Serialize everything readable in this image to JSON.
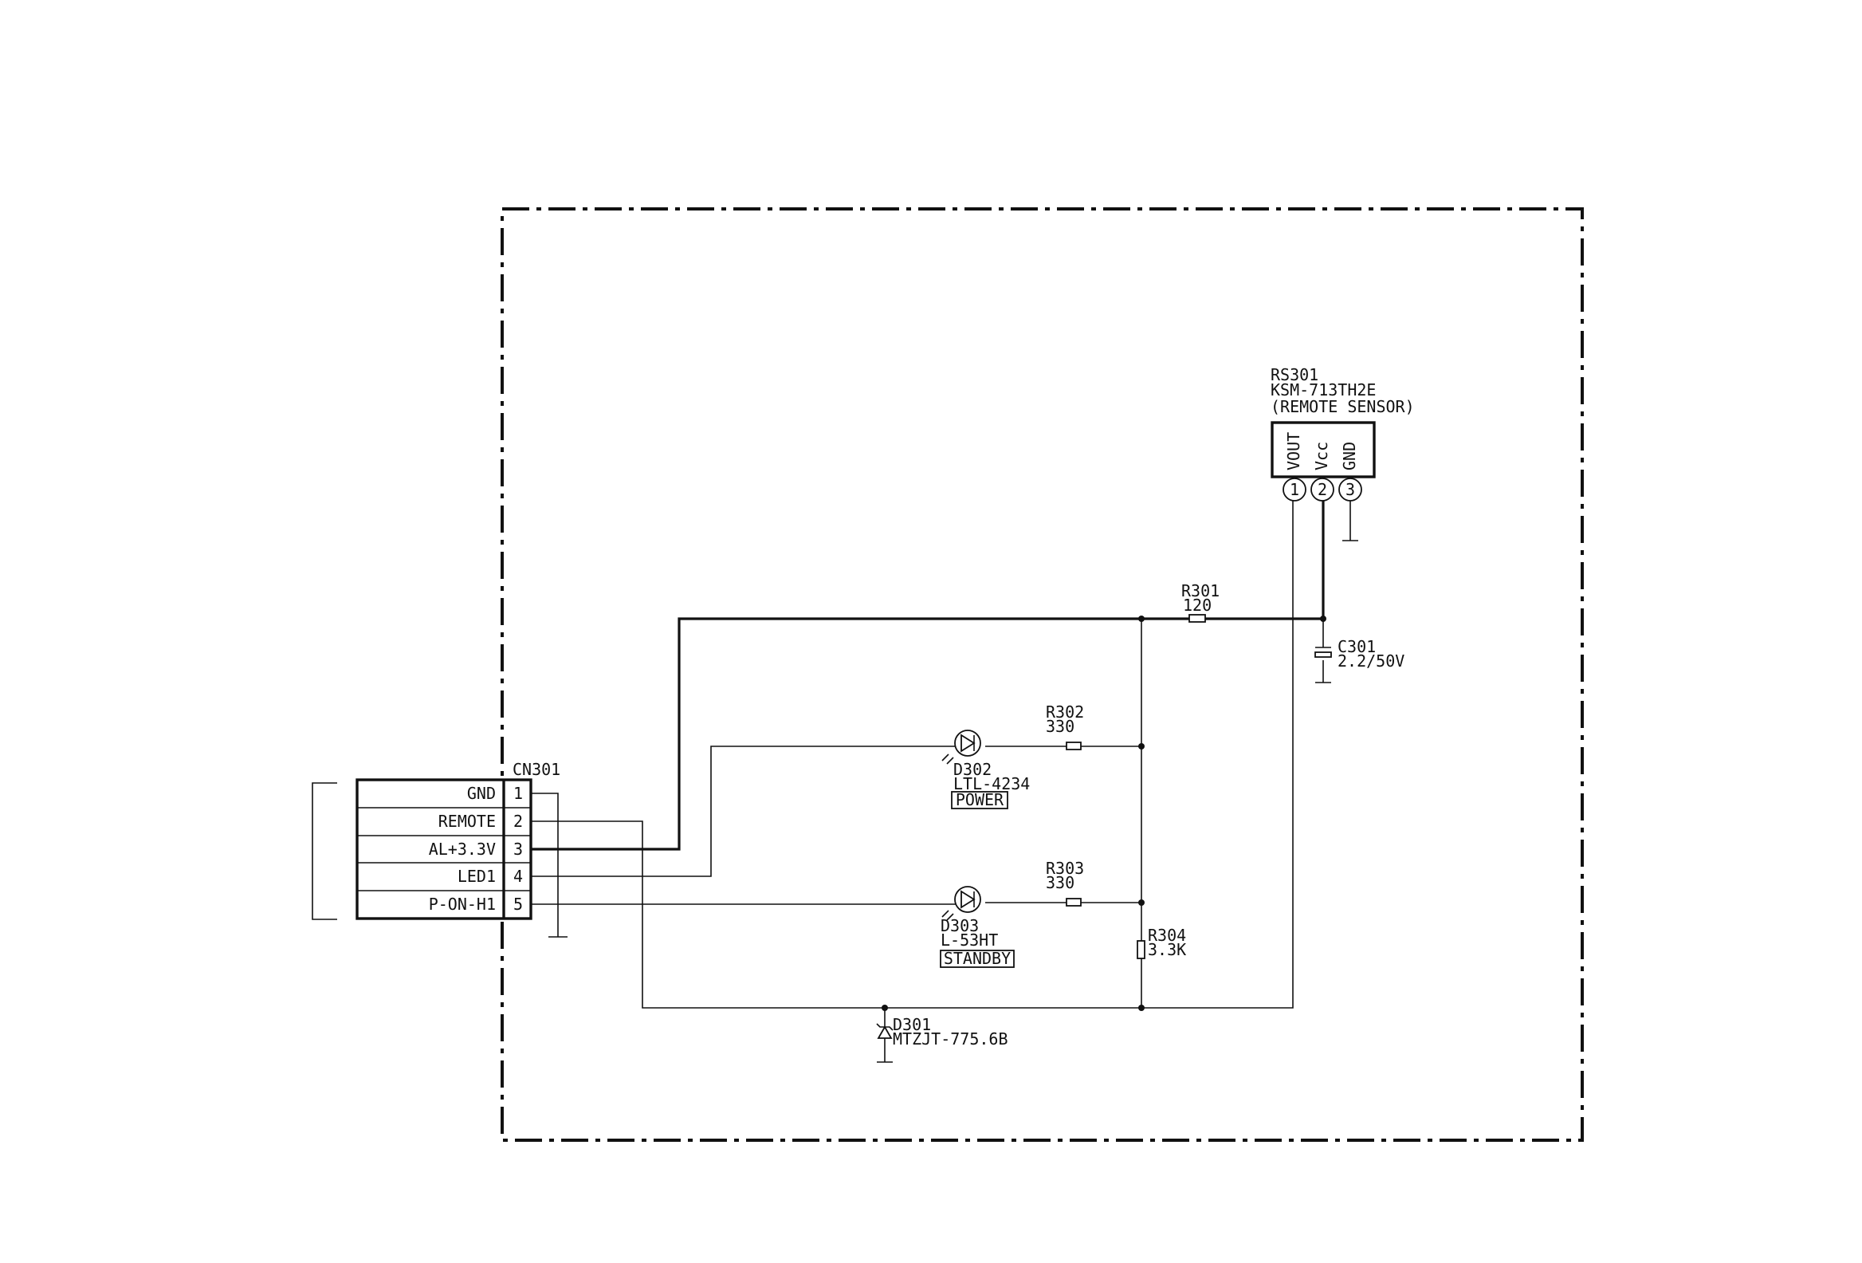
{
  "connector": {
    "ref": "CN301",
    "pins": [
      {
        "num": "1",
        "label": "GND"
      },
      {
        "num": "2",
        "label": "REMOTE"
      },
      {
        "num": "3",
        "label": "AL+3.3V"
      },
      {
        "num": "4",
        "label": "LED1"
      },
      {
        "num": "5",
        "label": "P-ON-H1"
      }
    ]
  },
  "sensor": {
    "ref": "RS301",
    "part": "KSM-713TH2E",
    "desc": "(REMOTE SENSOR)",
    "pins": [
      {
        "num": "1",
        "label": "VOUT"
      },
      {
        "num": "2",
        "label": "Vcc"
      },
      {
        "num": "3",
        "label": "GND"
      }
    ]
  },
  "r301": {
    "ref": "R301",
    "value": "120"
  },
  "c301": {
    "ref": "C301",
    "value": "2.2/50V"
  },
  "r302": {
    "ref": "R302",
    "value": "330"
  },
  "r303": {
    "ref": "R303",
    "value": "330"
  },
  "r304": {
    "ref": "R304",
    "value": "3.3K"
  },
  "d302": {
    "ref": "D302",
    "part": "LTL-4234",
    "tag": "POWER"
  },
  "d303": {
    "ref": "D303",
    "part": "L-53HT",
    "tag": "STANDBY"
  },
  "d301": {
    "ref": "D301",
    "part": "MTZJT-775.6B"
  }
}
